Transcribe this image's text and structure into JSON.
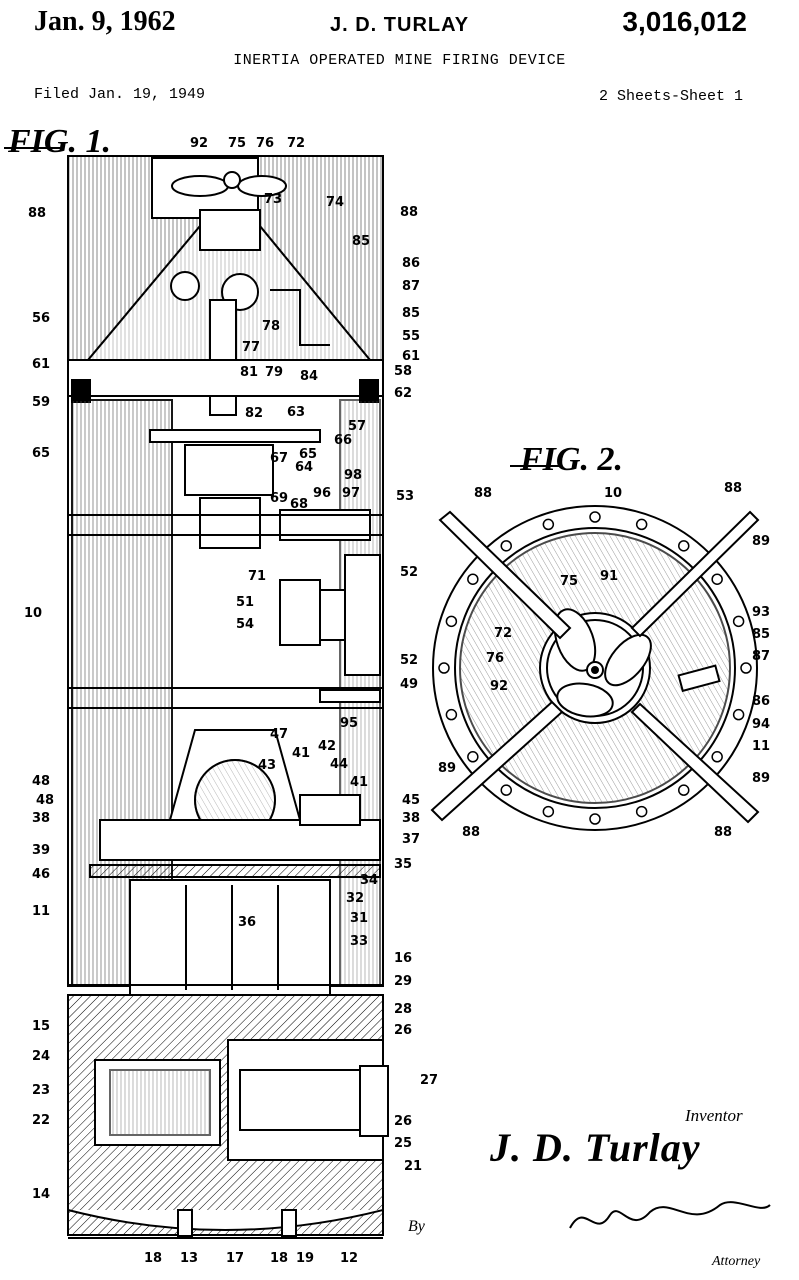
{
  "header": {
    "date": "Jan. 9, 1962",
    "inventor_name": "J. D. TURLAY",
    "patent_number": "3,016,012",
    "title": "INERTIA OPERATED MINE FIRING DEVICE",
    "filed": "Filed Jan. 19, 1949",
    "sheets": "2 Sheets-Sheet 1"
  },
  "figures": {
    "fig1_label": "FIG. 1.",
    "fig2_label": "FIG. 2."
  },
  "signature_block": {
    "inventor_label": "Inventor",
    "inventor_signature": "J. D. Turlay",
    "by_label": "By",
    "attorney_label": "Attorney"
  },
  "fig1_refs": [
    "92",
    "75",
    "76",
    "72",
    "73",
    "74",
    "88",
    "88",
    "85",
    "86",
    "87",
    "85",
    "55",
    "56",
    "78",
    "77",
    "81",
    "79",
    "84",
    "61",
    "61",
    "58",
    "59",
    "62",
    "82",
    "63",
    "57",
    "66",
    "65",
    "65",
    "64",
    "67",
    "69",
    "68",
    "96",
    "97",
    "98",
    "53",
    "71",
    "52",
    "51",
    "54",
    "10",
    "52",
    "49",
    "95",
    "47",
    "41",
    "48",
    "42",
    "43",
    "44",
    "41",
    "48",
    "45",
    "38",
    "38",
    "37",
    "39",
    "35",
    "46",
    "34",
    "36",
    "32",
    "11",
    "31",
    "33",
    "16",
    "29",
    "15",
    "28",
    "26",
    "24",
    "27",
    "23",
    "22",
    "26",
    "25",
    "21",
    "14",
    "18",
    "13",
    "17",
    "18",
    "19",
    "12"
  ],
  "fig2_refs": [
    "88",
    "10",
    "88",
    "89",
    "91",
    "75",
    "93",
    "72",
    "85",
    "87",
    "76",
    "86",
    "92",
    "94",
    "11",
    "89",
    "89",
    "88",
    "88"
  ],
  "colors": {
    "ink": "#000000",
    "paper": "#ffffff"
  }
}
